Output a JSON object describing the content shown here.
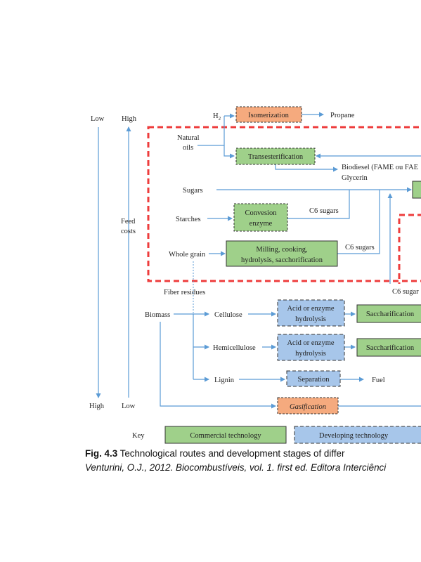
{
  "axis": {
    "left_top": "Low",
    "left_bottom": "High",
    "right_top": "High",
    "right_bottom": "Low",
    "feed_costs": [
      "Feed",
      "costs"
    ]
  },
  "inputs": {
    "h2": "H",
    "h2_sub": "2",
    "natural_oils": [
      "Natural",
      "oils"
    ],
    "sugars": "Sugars",
    "starches": "Starches",
    "whole_grain": "Whole grain",
    "fiber_residues": "Fiber residues",
    "biomass": "Biomass",
    "cellulose": "Cellulose",
    "hemicellulose": "Hemicellulose",
    "lignin": "Lignin"
  },
  "processes": {
    "isomerization": "Isomerization",
    "transesterification": "Transesterification",
    "conversion_enzyme": [
      "Convesion",
      "enzyme"
    ],
    "milling": [
      "Milling, cooking,",
      "hydrolysis, sacchorification"
    ],
    "acid_enzyme_1": [
      "Acid or enzyme",
      "hydrolysis"
    ],
    "acid_enzyme_2": [
      "Acid or enzyme",
      "hydrolysis"
    ],
    "saccharification_1": "Saccharification",
    "saccharification_2": "Saccharification",
    "separation": "Separation",
    "gasification": "Gasification"
  },
  "outputs": {
    "propane": "Propane",
    "biodiesel": "Biodiesel (FAME ou FAE",
    "glycerin": "Glycerin",
    "c6_sugars_1": "C6 sugars",
    "c6_sugars_2": "C6 sugars",
    "c6_sugars_3": "C6 sugar",
    "fuel": "Fuel"
  },
  "key": {
    "label": "Key",
    "commercial": "Commercial technology",
    "developing": "Developing technology"
  },
  "colors": {
    "commercial": "#9fd08a",
    "developing": "#a7c6ea",
    "gasification": "#f5aa7e",
    "arrow": "#5b9bd5",
    "dashed_region": "#ee3c3c"
  },
  "caption": {
    "fig_label": "Fig. 4.3",
    "line1": " Technological routes and development stages of differ",
    "line2": "Venturini, O.J., 2012. Biocombustíveis, vol. 1. first ed. Editora Interciênci"
  }
}
